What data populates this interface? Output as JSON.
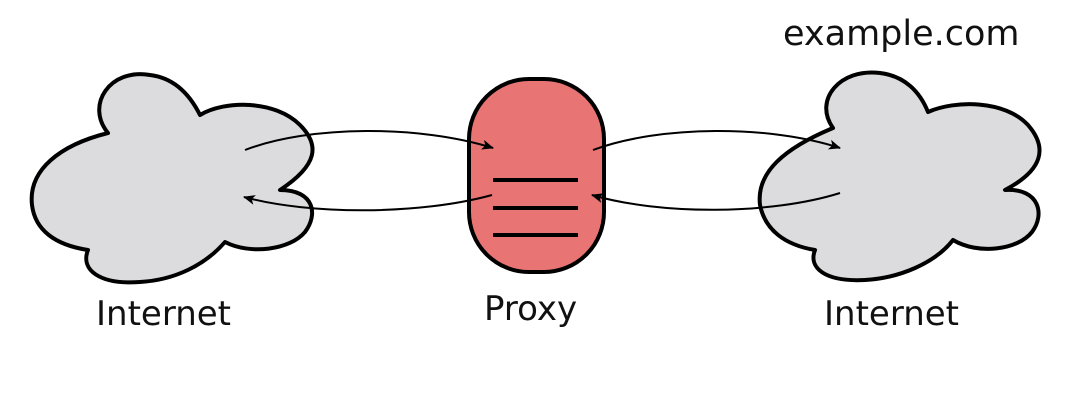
{
  "diagram": {
    "title_label": "example.com",
    "nodes": [
      {
        "id": "internet-left",
        "label": "Internet",
        "shape": "cloud",
        "fill": "#dcdcde"
      },
      {
        "id": "proxy",
        "label": "Proxy",
        "shape": "rounded-server",
        "fill": "#e87474"
      },
      {
        "id": "internet-right",
        "label": "Internet",
        "shape": "cloud",
        "fill": "#dcdcde"
      }
    ],
    "edges": [
      {
        "from": "internet-left",
        "to": "proxy",
        "direction": "request"
      },
      {
        "from": "proxy",
        "to": "internet-left",
        "direction": "response"
      },
      {
        "from": "proxy",
        "to": "internet-right",
        "direction": "request"
      },
      {
        "from": "internet-right",
        "to": "proxy",
        "direction": "response"
      }
    ],
    "colors": {
      "cloud_fill": "#dcdcde",
      "proxy_fill": "#e87474",
      "stroke": "#000000"
    }
  }
}
